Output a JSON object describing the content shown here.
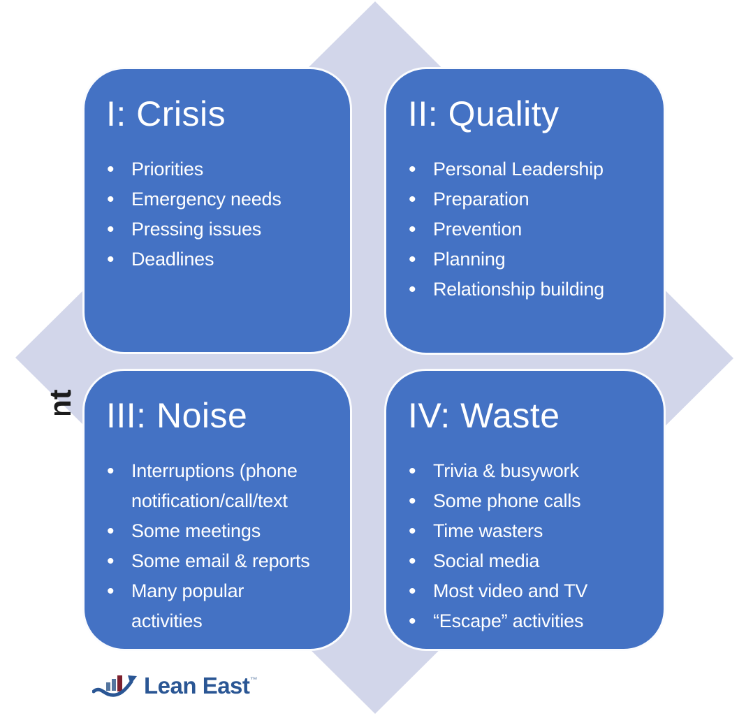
{
  "matrix": {
    "diamond_color": "#D2D6EA",
    "card_color": "#4472C4",
    "card_border_color": "#FBFCFE",
    "text_color": "#FFFFFF"
  },
  "quadrants": [
    {
      "title": "I: Crisis",
      "items": [
        {
          "lines": [
            "Priorities"
          ]
        },
        {
          "lines": [
            "Emergency needs"
          ]
        },
        {
          "lines": [
            "Pressing issues"
          ]
        },
        {
          "lines": [
            "Deadlines"
          ]
        }
      ]
    },
    {
      "title": "II: Quality",
      "items": [
        {
          "lines": [
            "Personal Leadership"
          ]
        },
        {
          "lines": [
            "Preparation"
          ]
        },
        {
          "lines": [
            "Prevention"
          ]
        },
        {
          "lines": [
            "Planning"
          ]
        },
        {
          "lines": [
            "Relationship building"
          ]
        }
      ]
    },
    {
      "title": "III: Noise",
      "items": [
        {
          "lines": [
            "Interruptions (phone",
            "notification/call/text"
          ]
        },
        {
          "lines": [
            "Some meetings"
          ]
        },
        {
          "lines": [
            "Some email & reports"
          ]
        },
        {
          "lines": [
            "Many popular",
            "activities"
          ]
        }
      ]
    },
    {
      "title": "IV: Waste",
      "items": [
        {
          "lines": [
            "Trivia & busywork"
          ]
        },
        {
          "lines": [
            "Some phone calls"
          ]
        },
        {
          "lines": [
            "Time wasters"
          ]
        },
        {
          "lines": [
            "Social media"
          ]
        },
        {
          "lines": [
            "Most video and TV"
          ]
        },
        {
          "lines": [
            "“Escape” activities"
          ]
        }
      ]
    }
  ],
  "edge_fragment": {
    "text": "nt"
  },
  "logo": {
    "wordmark": "Lean East",
    "trademark": "™",
    "blue": "#2A5694",
    "bar_blue": "#54759F",
    "bar_red": "#7C1F2D"
  }
}
